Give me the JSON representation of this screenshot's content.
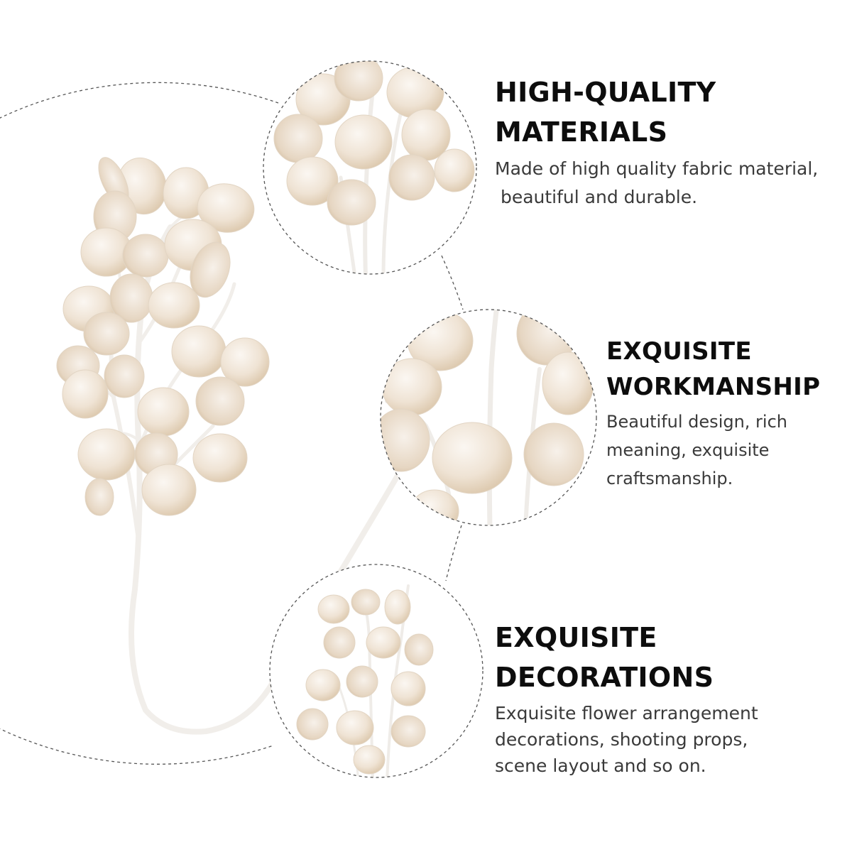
{
  "features": [
    {
      "title_line1": "HIGH-QUALITY",
      "title_line2": "MATERIALS",
      "desc_line1": "Made of high quality fabric material,",
      "desc_line2": " beautiful and durable."
    },
    {
      "title_line1": "EXQUISITE",
      "title_line2": "WORKMANSHIP",
      "desc_line1": "Beautiful design, rich",
      "desc_line2": "meaning, exquisite",
      "desc_line3": "craftsmanship."
    },
    {
      "title_line1": "EXQUISITE",
      "title_line2": "DECORATIONS",
      "desc_line1": "Exquisite flower arrangement",
      "desc_line2": "decorations, shooting props,",
      "desc_line3": "scene layout and so on."
    }
  ],
  "colors": {
    "background": "#ffffff",
    "title": "#0d0d0d",
    "body_text": "#3a3a3a",
    "leaf_light": "#f4ece4",
    "leaf_mid": "#e8d9c6",
    "leaf_dark": "#d9c4a6",
    "stem": "#f5f3f0",
    "dashed_line": "#555555"
  }
}
